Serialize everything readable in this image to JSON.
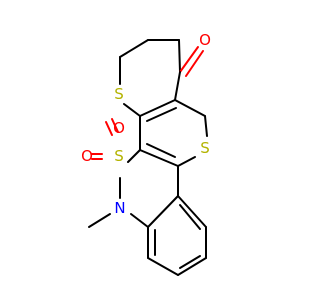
{
  "colors": {
    "carbon_bond": "#000000",
    "oxygen": "#ff0000",
    "sulfur": "#b3b300",
    "nitrogen": "#0000ff",
    "background": "#ffffff"
  },
  "atoms": {
    "ketone_oxygen": "O",
    "thiopyran_sulfur": "S",
    "thiopyranone_sulfur": "S",
    "sulfone_sulfur": "S",
    "sulfone_oxygen_1": "O",
    "sulfone_oxygen_2": "O",
    "ring_nitrogen": "N"
  }
}
